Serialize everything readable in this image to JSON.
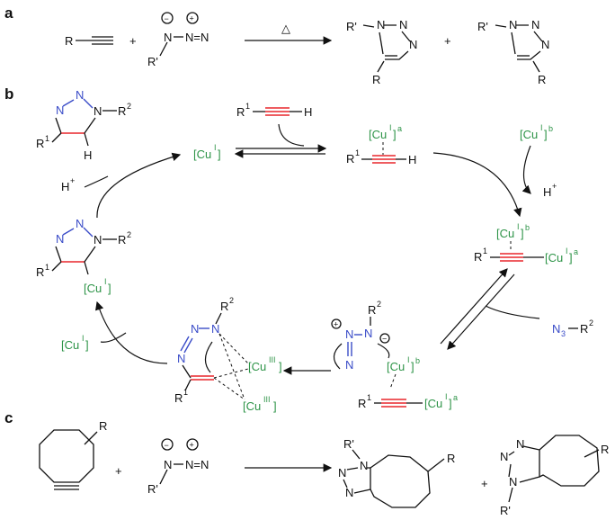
{
  "panels": {
    "a": "a",
    "b": "b",
    "c": "c"
  },
  "panel_a": {
    "alkyne_r": "R",
    "plus1": "+",
    "plus2": "+",
    "azide_r": "R'",
    "azide_n": "N",
    "azide_n3": "N=N",
    "minus": "−",
    "plusc": "+",
    "heat": "△",
    "prod1_r1": "R'",
    "prod1_r2": "R",
    "prod2_r1": "R'",
    "prod2_r2": "R",
    "n": "N"
  },
  "panel_b": {
    "cu_i": "[Cu",
    "cu_sup": "I",
    "cu_close": "]",
    "cu_a": "a",
    "cu_b": "b",
    "cu_iii": "III",
    "h_plus": "H",
    "plus_sup": "+",
    "r1": "R",
    "r2": "R",
    "h": "H",
    "n3": "N",
    "sub1": "1",
    "sub2": "2",
    "sub3": "3"
  },
  "panel_c": {
    "plus": "+",
    "r": "R",
    "r_prime": "R'",
    "n": "N"
  },
  "colors": {
    "copper": "#2e9448",
    "nitrogen": "#3a4cc8",
    "new_bond": "#e8262b"
  }
}
